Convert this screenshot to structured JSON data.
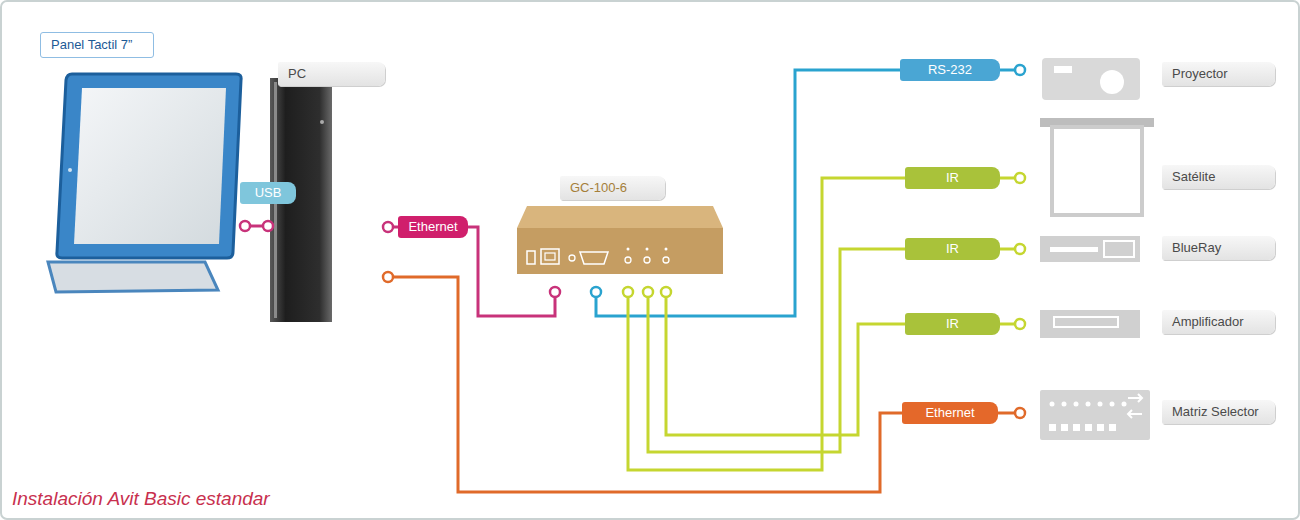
{
  "diagram": {
    "caption": "Instalación Avit Basic estandar",
    "nodes": [
      {
        "text": [
          "Panel Tactil 7”"
        ]
      },
      {
        "text": [
          "PC"
        ]
      },
      {
        "text": [
          "GC-100-6"
        ]
      },
      {
        "text": [
          "Proyector"
        ]
      },
      {
        "text": [
          "Satélite"
        ]
      },
      {
        "text": [
          "BlueRay"
        ]
      },
      {
        "text": [
          "Amplificador"
        ]
      },
      {
        "text": [
          "Matriz Selector"
        ]
      }
    ],
    "edges": [
      {
        "from": 0,
        "to": 1,
        "label": "USB",
        "arrow": "none"
      },
      {
        "from": 1,
        "to": 2,
        "label": "Ethernet",
        "arrow": "none"
      },
      {
        "from": 2,
        "to": 3,
        "label": "RS-232",
        "arrow": "none"
      },
      {
        "from": 2,
        "to": 4,
        "label": "IR",
        "arrow": "none"
      },
      {
        "from": 2,
        "to": 5,
        "label": "IR",
        "arrow": "none"
      },
      {
        "from": 2,
        "to": 6,
        "label": "IR",
        "arrow": "none"
      },
      {
        "from": 1,
        "to": 7,
        "label": "Ethernet",
        "arrow": "none"
      }
    ]
  }
}
